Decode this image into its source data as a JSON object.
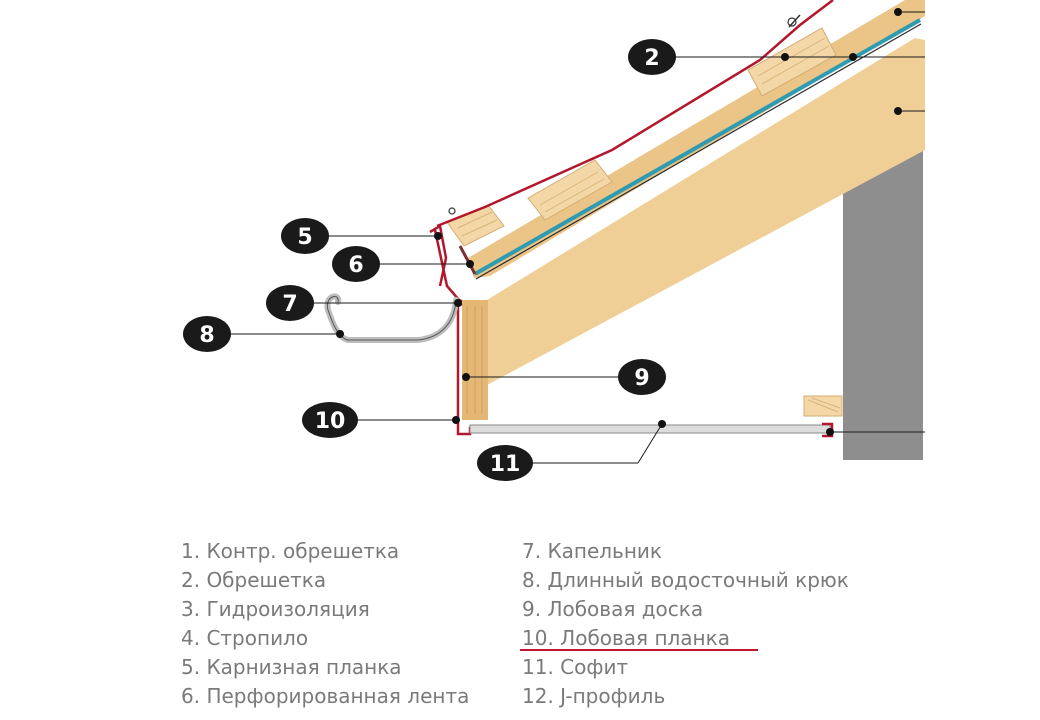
{
  "colors": {
    "wood": "#f0cf96",
    "wood_dark": "#e4b774",
    "roof_red": "#b3172c",
    "membrane": "#2e9bb0",
    "wall": "#8e8e8e",
    "soffit": "#dcdcdc",
    "label_bg": "#1a1a1a"
  },
  "labels": {
    "l2": "2",
    "l5": "5",
    "l6": "6",
    "l7": "7",
    "l8": "8",
    "l9": "9",
    "l10": "10",
    "l11": "11"
  },
  "legend": {
    "left": [
      "1. Контр. обрешетка",
      "2. Обрешетка",
      "3. Гидроизоляция",
      "4. Стропило",
      "5. Карнизная планка",
      "6. Перфорированная лента"
    ],
    "right": [
      "7. Капельник",
      "8. Длинный водосточный крюк",
      "9. Лобовая доска",
      "10. Лобовая планка",
      "11. Софит",
      "12. J-профиль"
    ]
  }
}
